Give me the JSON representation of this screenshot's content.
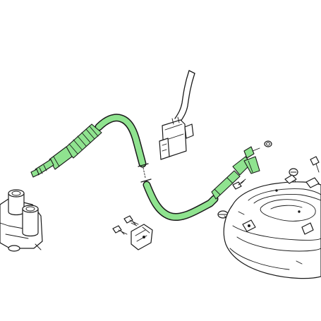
{
  "diagram": {
    "highlight_color": "#8fe38f",
    "outline_color": "#1a1a1a",
    "background_color": "#ffffff",
    "parts": [
      {
        "name": "speedometer-cable",
        "highlighted": true
      },
      {
        "name": "wire-harness-connector",
        "highlighted": false
      },
      {
        "name": "meter-housing",
        "highlighted": false
      },
      {
        "name": "fork-top-assembly",
        "highlighted": false
      },
      {
        "name": "cable-clamp",
        "highlighted": false
      },
      {
        "name": "bolts",
        "highlighted": false
      }
    ]
  }
}
